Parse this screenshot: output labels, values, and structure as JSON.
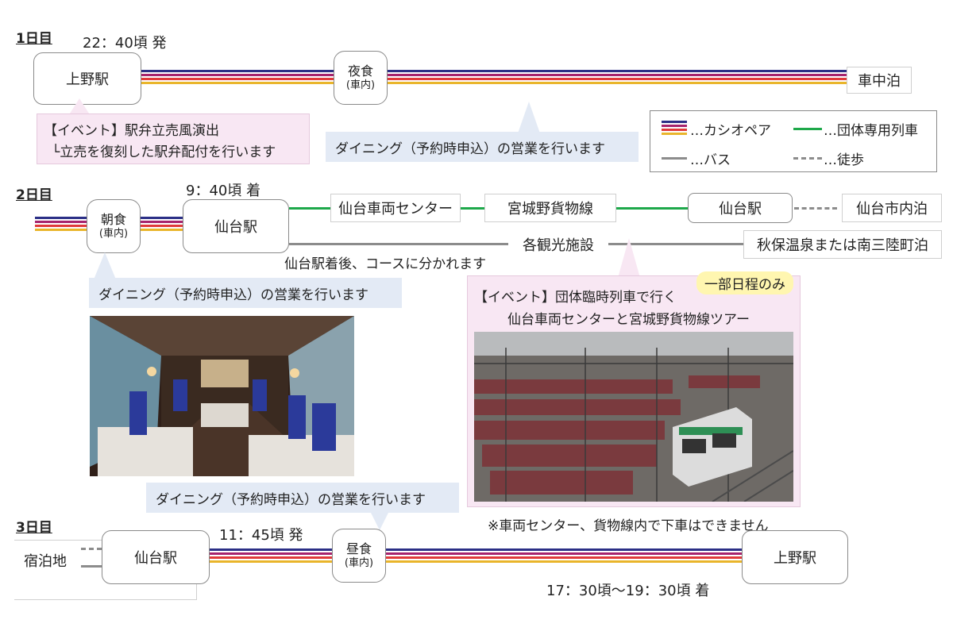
{
  "day1": {
    "label": "1日目",
    "depart_time": "22：40頃 発",
    "start_station": "上野駅",
    "meal": {
      "title": "夜食",
      "sub": "(車内)"
    },
    "end": "車中泊",
    "event_line1": "【イベント】駅弁立売風演出",
    "event_line2": "└立売を復刻した駅弁配付を行います",
    "dining_note": "ダイニング（予約時申込）の営業を行います"
  },
  "legend": {
    "cassiopeia": "…カシオペア",
    "group_train": "…団体専用列車",
    "bus": "…バス",
    "walk": "…徒歩"
  },
  "day2": {
    "label": "2日目",
    "arrive_time": "9：40頃 着",
    "meal": {
      "title": "朝食",
      "sub": "(車内)"
    },
    "station": "仙台駅",
    "stop1": "仙台車両センター",
    "stop2": "宮城野貨物線",
    "station2": "仙台駅",
    "stay1": "仙台市内泊",
    "sightseeing": "各観光施設",
    "stay2": "秋保温泉または南三陸町泊",
    "course_note": "仙台駅着後、コースに分かれます",
    "dining_note": "ダイニング（予約時申込）の営業を行います",
    "event_badge": "一部日程のみ",
    "event_line1": "【イベント】団体臨時列車で行く",
    "event_line2": "仙台車両センターと宮城野貨物線ツアー",
    "photo_note": "※車両センター、貨物線内で下車はできません"
  },
  "day3": {
    "label": "3日目",
    "dining_note": "ダイニング（予約時申込）の営業を行います",
    "lodging": "宿泊地",
    "station": "仙台駅",
    "depart_time": "11：45頃 発",
    "meal": {
      "title": "昼食",
      "sub": "(車内)"
    },
    "end_station": "上野駅",
    "arrive_time": "17：30頃～19：30頃 着"
  },
  "colors": {
    "navy": "#2b2f86",
    "magenta": "#a6236d",
    "red": "#e03a3a",
    "gold": "#e9b52b",
    "green": "#1ea84a",
    "grey": "#8c8c8c",
    "pink_bg": "#f8e7f3",
    "blue_bg": "#e3eaf5",
    "badge": "#fff6b0"
  }
}
